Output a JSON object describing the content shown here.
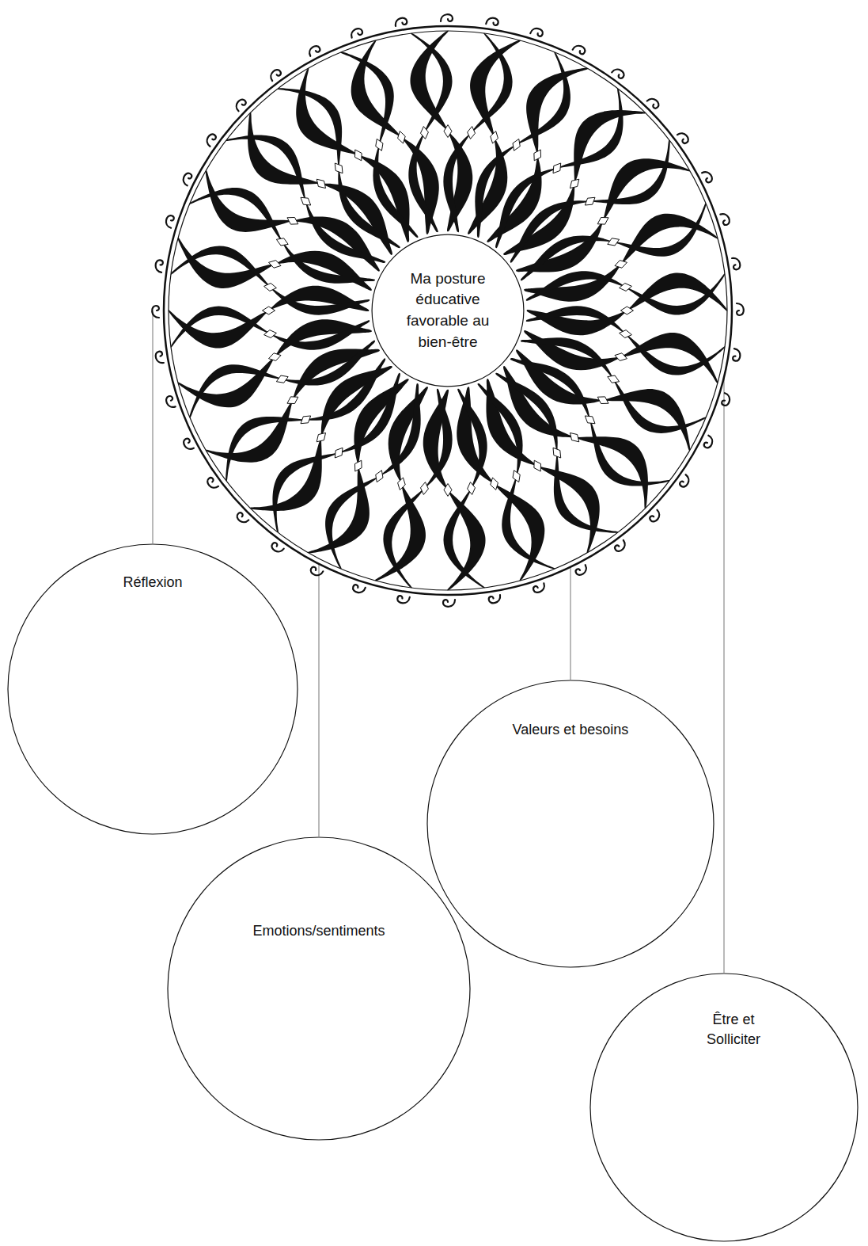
{
  "diagram": {
    "nodes": [
      {
        "text": [
          "Ma posture éducative favorable au bien-être"
        ]
      },
      {
        "text": [
          "Réflexion"
        ]
      },
      {
        "text": [
          "Emotions/sentiments"
        ]
      },
      {
        "text": [
          "Valeurs et besoins"
        ]
      },
      {
        "text": [
          "Être et Solliciter"
        ]
      }
    ],
    "edges": [
      {
        "from": 0,
        "to": 1,
        "arrow": "none"
      },
      {
        "from": 0,
        "to": 2,
        "arrow": "none"
      },
      {
        "from": 0,
        "to": 3,
        "arrow": "none"
      },
      {
        "from": 0,
        "to": 4,
        "arrow": "none"
      }
    ]
  }
}
